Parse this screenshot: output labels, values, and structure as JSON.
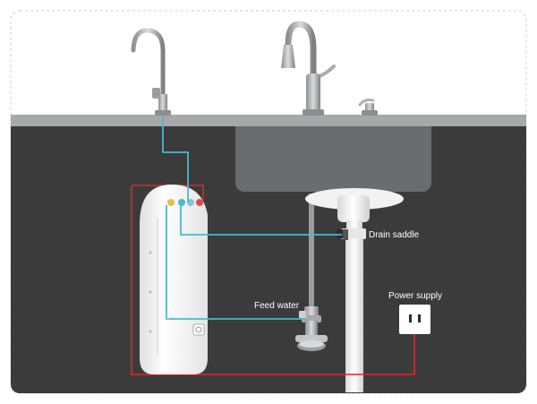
{
  "diagram": {
    "labels": {
      "drain_saddle": "Drain saddle",
      "feed_water": "Feed water",
      "power_supply": "Power supply"
    },
    "colors": {
      "background": "#3b3b3b",
      "countertop": "#a7a8aa",
      "sink": "#6b6c6e",
      "water_line": "#4cb8cc",
      "power_line": "#d92b2b",
      "unit_body": "#f3f3f3",
      "drain_pipe": "#f2f2f2",
      "metal": "#b8b9bb"
    },
    "icons": {
      "purifier": "water-purifier-unit-icon",
      "outlet": "power-outlet-icon",
      "dedicated_faucet": "dedicated-faucet-icon",
      "kitchen_faucet": "kitchen-faucet-icon",
      "soap_dispenser": "soap-dispenser-icon",
      "angle_valve": "feed-water-valve-icon"
    }
  }
}
